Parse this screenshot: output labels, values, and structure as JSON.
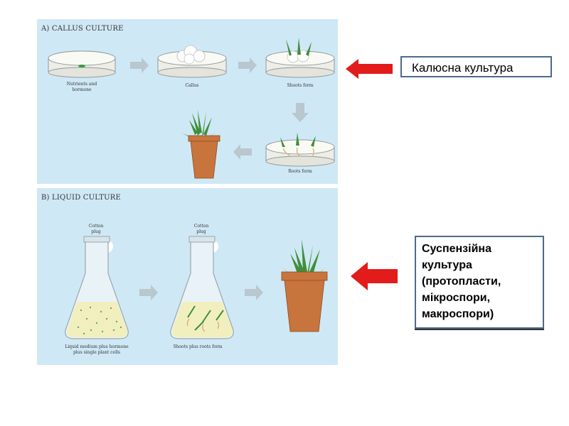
{
  "panel_a": {
    "title": "A) CALLUS CULTURE",
    "captions": {
      "dish1": "Nutrients and hormone",
      "dish2": "Callus",
      "dish3": "Shoots form",
      "dish4": "Roots form"
    }
  },
  "panel_b": {
    "title": "B) LIQUID CULTURE",
    "plug1": "Cotton plug",
    "plug2": "Cotton plug",
    "captions": {
      "flask1": "Liquid medium plus hormone plus single plant cells",
      "flask2": "Shoots plus roots form"
    }
  },
  "labels": {
    "callus": "Калюсна культура",
    "liquid": "Суспензійна культура (протопласти, мікроспори, макроспори)"
  },
  "colors": {
    "panel_bg": "#cfe8f5",
    "arrow_red": "#e21b1b",
    "process_arrow": "#b9c7cf",
    "pot": "#c8743d",
    "leaf": "#3f8f3a",
    "box_border": "#4a6a8c"
  }
}
